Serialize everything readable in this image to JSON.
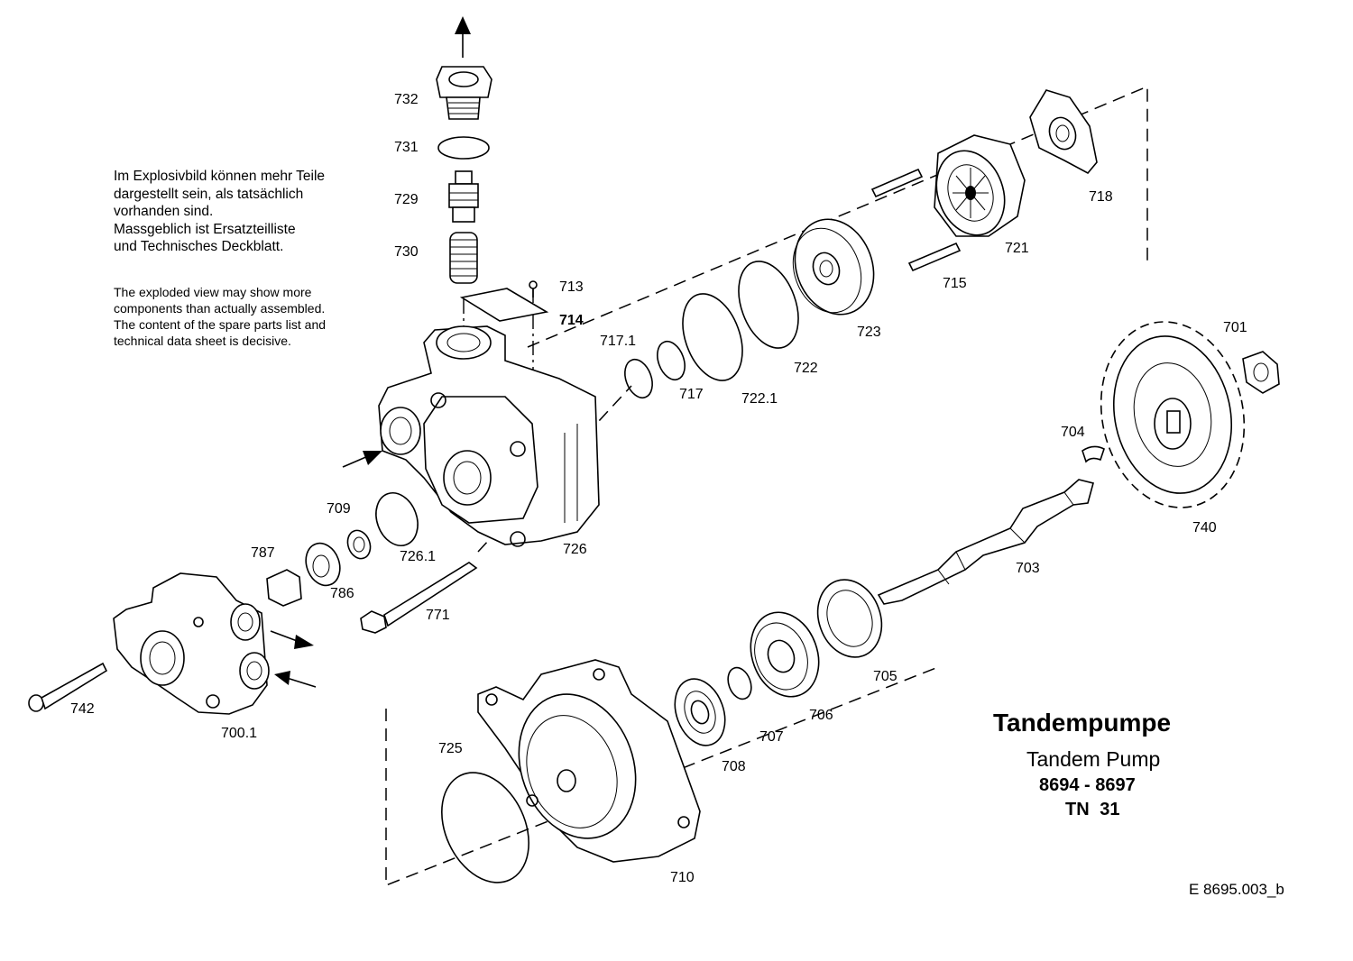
{
  "notes": {
    "de": [
      "Im Explosivbild können mehr Teile",
      "dargestellt sein, als tatsächlich",
      "vorhanden sind.",
      "Massgeblich ist Ersatzteilliste",
      "und Technisches Deckblatt."
    ],
    "en": [
      "The exploded view may show more",
      "components than actually assembled.",
      "The content of the spare parts list and",
      "technical data sheet is decisive."
    ]
  },
  "title": {
    "de": "Tandempumpe",
    "en": "Tandem Pump",
    "models": "8694 - 8697",
    "tn": "TN 31"
  },
  "doc_ref": "E  8695.003_b",
  "part_labels": [
    "732",
    "731",
    "729",
    "730",
    "713",
    "714",
    "717.1",
    "717",
    "722.1",
    "722",
    "723",
    "715",
    "721",
    "718",
    "701",
    "704",
    "740",
    "703",
    "726",
    "726.1",
    "709",
    "787",
    "786",
    "771",
    "742",
    "700.1",
    "705",
    "706",
    "707",
    "708",
    "725",
    "710"
  ]
}
